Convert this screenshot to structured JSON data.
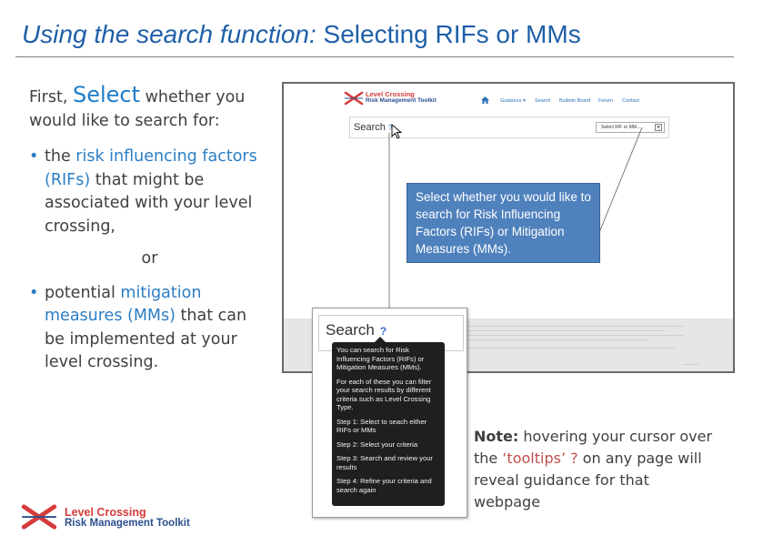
{
  "slide": {
    "title_italic": "Using the search function:",
    "title_rest": " Selecting RIFs or MMs"
  },
  "left_text": {
    "intro_before": "First, ",
    "intro_highlight": "Select",
    "intro_after": " whether you would like to search for:",
    "bullet1_before": "the ",
    "bullet1_highlight": "risk influencing factors (RIFs)",
    "bullet1_after": " that might be associated with your level crossing,",
    "or_word": "or",
    "bullet2_before": "potential ",
    "bullet2_highlight": "mitigation measures (MMs)",
    "bullet2_after": " that can be implemented at your level crossing.",
    "bullet_symbol": "•"
  },
  "screenshot": {
    "brand_line1": "Level Crossing",
    "brand_line2": "Risk Management Toolkit",
    "nav": {
      "home_icon": "home-icon",
      "guidance": "Guidance ▾",
      "search": "Search",
      "bulletin_board": "Bulletin Board",
      "forum": "Forum",
      "contact": "Contact"
    },
    "search_label": "Search",
    "tooltip_marker": "?",
    "select_placeholder": "Select RIF or MM...",
    "select_arrow": "▾"
  },
  "callout": {
    "text": "Select whether you would like to search for Risk Influencing Factors (RIFs) or Mitigation Measures (MMs)."
  },
  "zoom": {
    "search_label": "Search",
    "tooltip_marker": "?",
    "tooltip": {
      "p1": "You can search for Risk Influencing Factors (RIFs) or Mitigation Measures (MMs).",
      "p2": "For each of these you can filter your search results by different criteria such as Level Crossing Type.",
      "p3": "Step 1: Select to seach either RIFs or MMs",
      "p4": "Step 2: Select your criteria",
      "p5": "Step 3: Search and review your results",
      "p6": "Step 4: Refine your criteria and search again"
    }
  },
  "note": {
    "label": "Note:",
    "text_before": " hovering your cursor over the ",
    "tooltips_word": "‘tooltips’ ?",
    "text_after": " on any page will reveal guidance for that webpage"
  },
  "footer_logo": {
    "line1": "Level Crossing",
    "line2": "Risk Management Toolkit"
  },
  "colors": {
    "title_blue": "#1f5fa8",
    "highlight_blue": "#2b7ec4",
    "callout_blue": "#4f81bd",
    "brand_red": "#d63a3a",
    "brand_navy": "#2b4f8e",
    "tooltip_bg": "#1f1f1f"
  }
}
